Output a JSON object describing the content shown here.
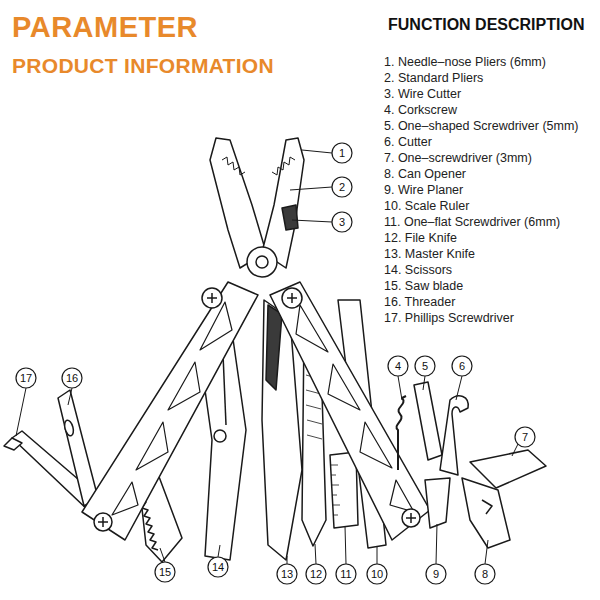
{
  "diagram": {
    "title": "PARAMETER",
    "labels": [
      "PRODUCT INFORMATION",
      "FUNCTION DESCRIPTION",
      "1. Needle–nose Pliers (6mm)",
      "2. Standard Pliers",
      "3. Wire Cutter",
      "4. Corkscrew",
      "5. One–shaped Screwdriver (5mm)",
      "6. Cutter",
      "7. One–screwdriver (3mm)",
      "8. Can Opener",
      "9. Wire Planer",
      "10. Scale Ruler",
      "11. One–flat Screwdriver (6mm)",
      "12. File Knife",
      "13. Master Knife",
      "14. Scissors",
      "15. Saw blade",
      "16. Threader",
      "17. Phillips Screwdriver",
      "1",
      "2",
      "3",
      "4",
      "5",
      "6",
      "7",
      "8",
      "9",
      "10",
      "11",
      "12",
      "13",
      "14",
      "15",
      "16",
      "17"
    ]
  }
}
